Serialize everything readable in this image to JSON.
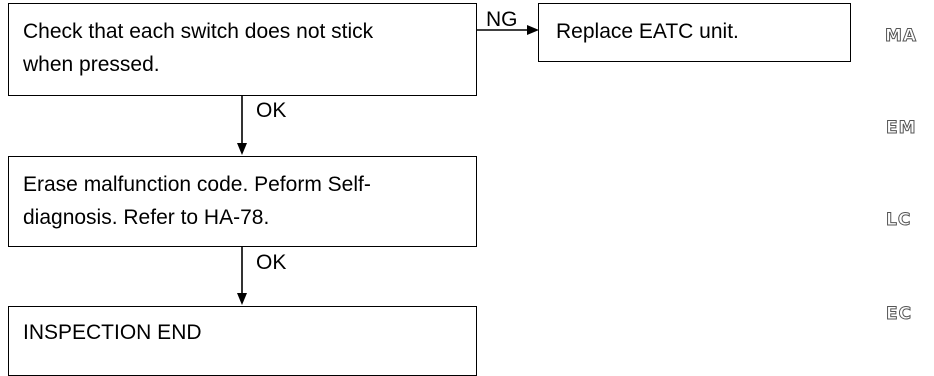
{
  "steps": {
    "check_switch": "Check that each switch does not stick\nwhen pressed.",
    "replace_unit": "Replace EATC unit.",
    "erase_code": "Erase malfunction code. Peform Self-\ndiagnosis. Refer to HA-78.",
    "inspection_end": "INSPECTION END"
  },
  "labels": {
    "ng": "NG",
    "ok_1": "OK",
    "ok_2": "OK"
  },
  "side_tabs": [
    "MA",
    "EM",
    "LC",
    "EC"
  ]
}
